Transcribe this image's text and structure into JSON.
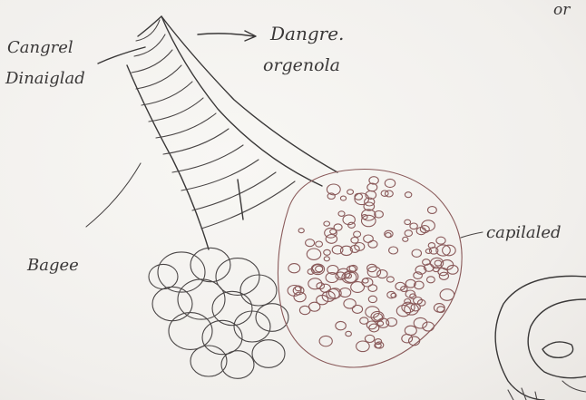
{
  "labels": {
    "top_left_line1": "Cangrel",
    "top_left_line2": "Dinaiglad",
    "top_right_line1": "Dangre.",
    "top_right_line2": "orgenola",
    "corner_top_right": "or",
    "left_middle": "Bagee",
    "right_middle": "capilaled"
  },
  "colors": {
    "paper": "#f4f2ef",
    "ink": "#3a3838",
    "capillary_ink": "#8a5a5a"
  }
}
